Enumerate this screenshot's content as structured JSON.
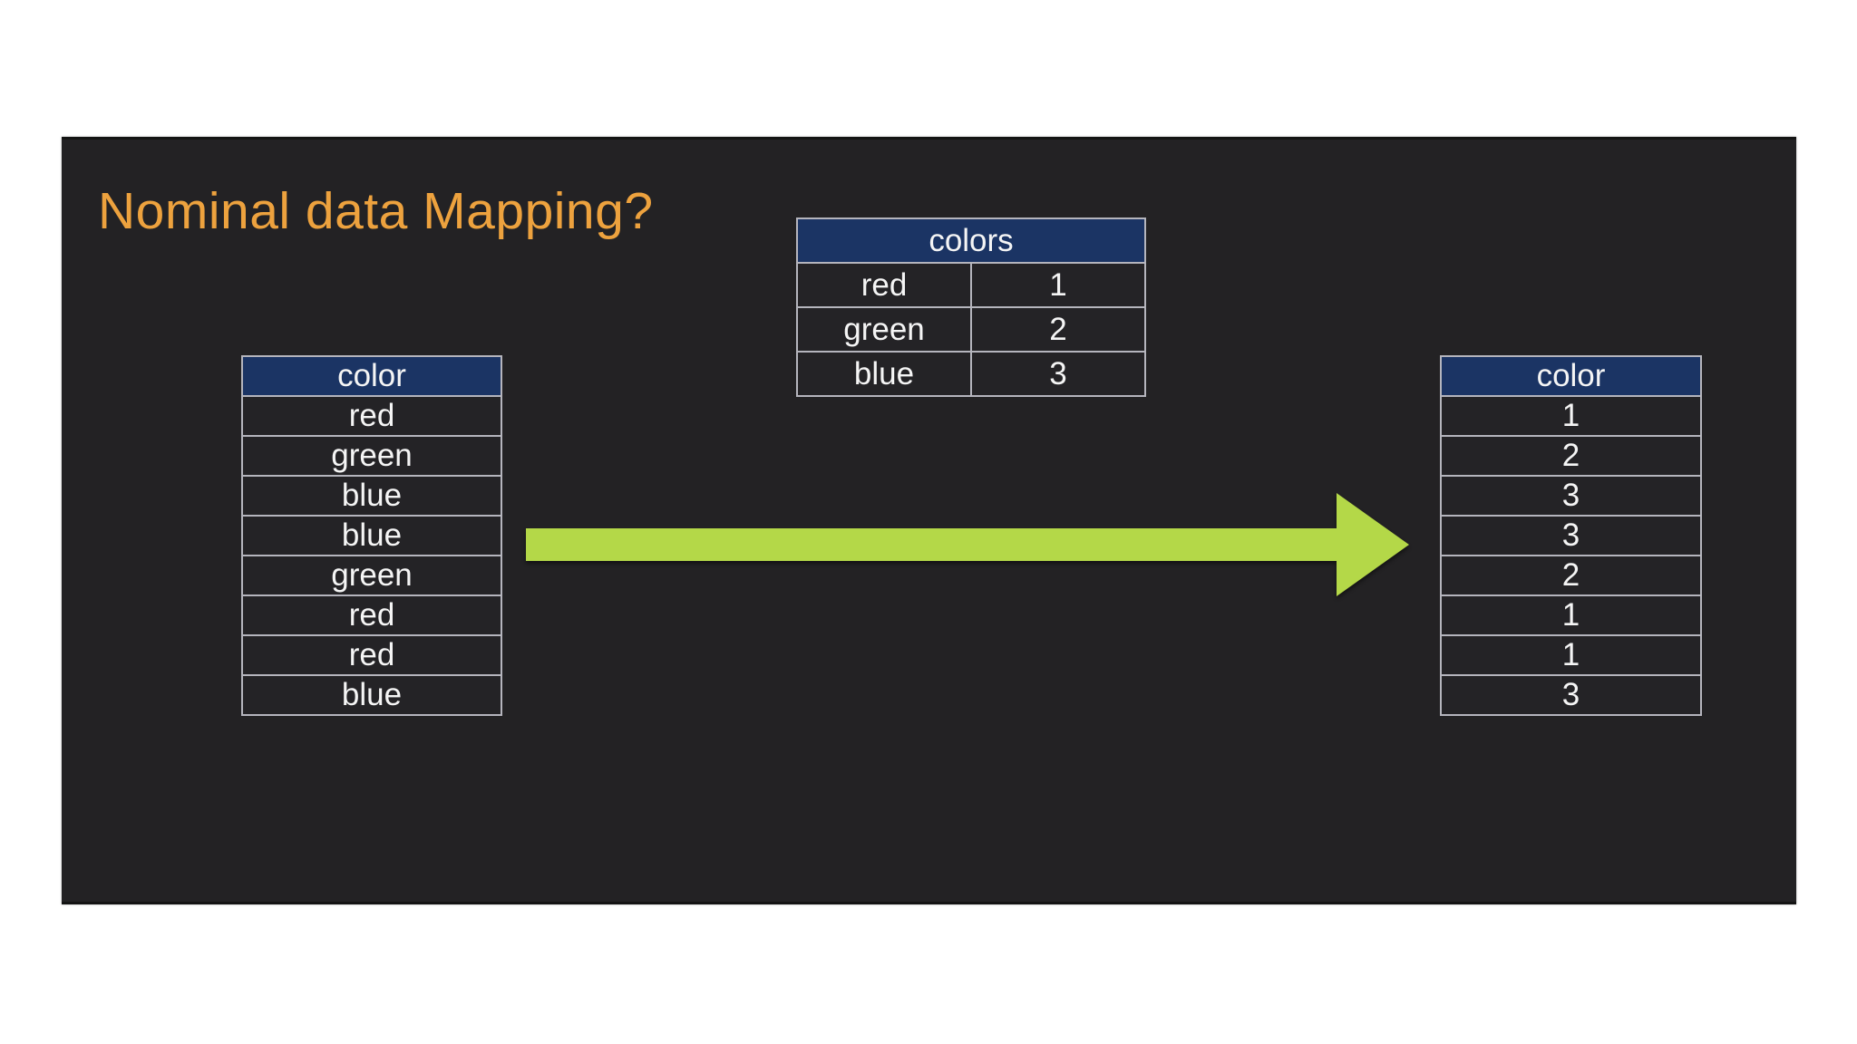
{
  "slide": {
    "title": {
      "text": "Nominal data Mapping?"
    }
  },
  "tables": {
    "source": {
      "name": "original nominal color column",
      "header": "color",
      "colspan": 1,
      "rows": [
        "red",
        "green",
        "blue",
        "blue",
        "green",
        "red",
        "red",
        "blue"
      ]
    },
    "mapping": {
      "name": "color to number lookup",
      "header": "colors",
      "colspan": 2,
      "rows": [
        [
          "red",
          "1"
        ],
        [
          "green",
          "2"
        ],
        [
          "blue",
          "3"
        ]
      ]
    },
    "result": {
      "name": "mapped numeric color column",
      "header": "color",
      "colspan": 1,
      "rows": [
        "1",
        "2",
        "3",
        "3",
        "2",
        "1",
        "1",
        "3"
      ]
    }
  },
  "arrow": {
    "direction": "right",
    "color": "#B4D848"
  },
  "colors": {
    "page_bg": "#ffffff",
    "slide_bg": "#232224",
    "header_bg": "#1B3464",
    "table_border": "#b5b5bd",
    "cell_text": "#f5f5f5",
    "title_text": "#EDA23E"
  }
}
